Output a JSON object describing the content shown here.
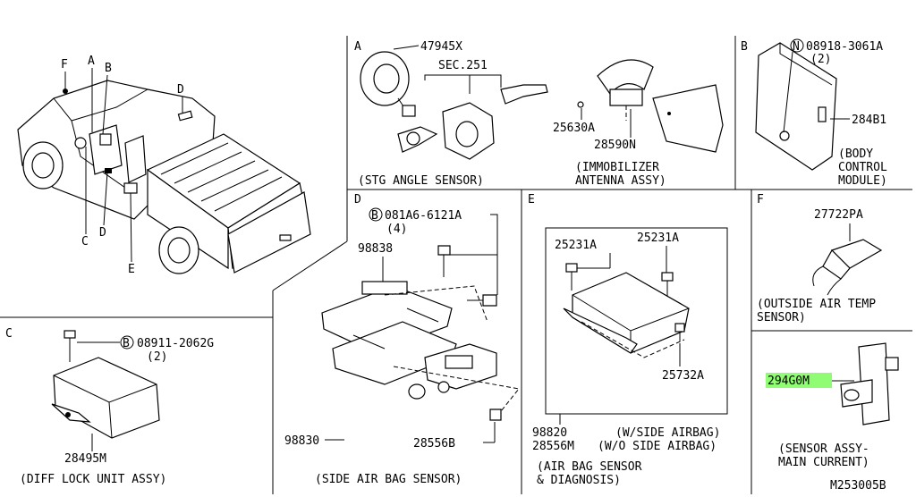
{
  "diagram_id": "M253005B",
  "sections": {
    "A": {
      "letter": "A",
      "parts": [
        "47945X",
        "SEC.251",
        "25630A",
        "28590N"
      ],
      "captions": [
        "(STG ANGLE SENSOR)",
        "(IMMOBILIZER",
        "ANTENNA ASSY)"
      ]
    },
    "B": {
      "letter": "B",
      "parts": [
        "08918-3061A",
        "(2)",
        "284B1"
      ],
      "captions": [
        "(BODY",
        "CONTROL",
        "MODULE)"
      ],
      "circle_letter": "N"
    },
    "C": {
      "letter": "C",
      "parts": [
        "08911-2062G",
        "(2)",
        "28495M"
      ],
      "captions": [
        "(DIFF LOCK UNIT ASSY)"
      ],
      "circle_letter": "B"
    },
    "D": {
      "letter": "D",
      "parts": [
        "081A6-6121A",
        "(4)",
        "98838",
        "98830",
        "28556B"
      ],
      "captions": [
        "(SIDE AIR BAG SENSOR)"
      ],
      "circle_letter": "B"
    },
    "E": {
      "letter": "E",
      "parts": [
        "25231A",
        "25231A",
        "25732A",
        "98820",
        "28556M"
      ],
      "captions": [
        "(W/SIDE AIRBAG)",
        "(W/O SIDE AIRBAG)",
        "(AIR BAG SENSOR",
        "& DIAGNOSIS)"
      ]
    },
    "F": {
      "letter": "F",
      "parts": [
        "27722PA",
        "294G0M"
      ],
      "captions": [
        "(OUTSIDE AIR TEMP",
        "SENSOR)",
        "(SENSOR ASSY-",
        "MAIN CURRENT)"
      ]
    }
  },
  "truck_callouts": [
    "F",
    "A",
    "B",
    "D",
    "C",
    "D",
    "E"
  ],
  "highlight_color": "#7CFC5A"
}
